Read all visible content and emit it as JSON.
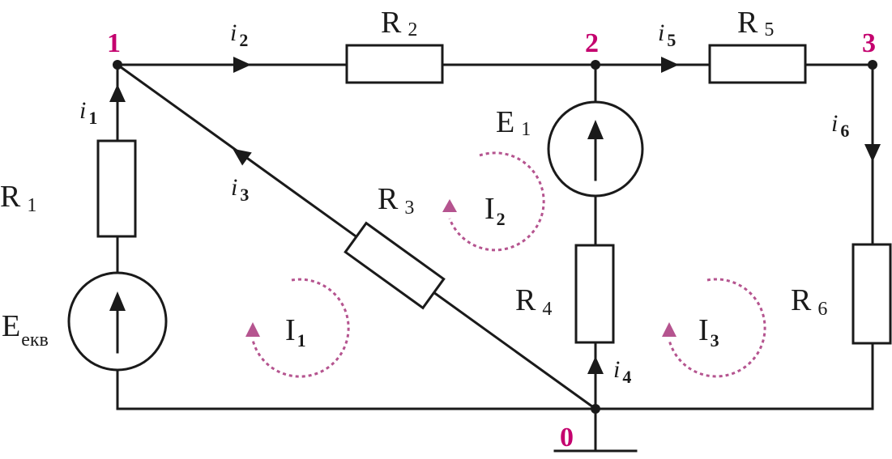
{
  "colors": {
    "wire": "#1a1a1a",
    "node_label": "#c4006e",
    "loop": "#b5548f"
  },
  "nodes": [
    {
      "id": "1",
      "label": "1"
    },
    {
      "id": "2",
      "label": "2"
    },
    {
      "id": "3",
      "label": "3"
    },
    {
      "id": "0",
      "label": "0"
    }
  ],
  "resistors": [
    {
      "id": "R1",
      "main": "R",
      "sub": "1"
    },
    {
      "id": "R2",
      "main": "R",
      "sub": "2"
    },
    {
      "id": "R3",
      "main": "R",
      "sub": "3"
    },
    {
      "id": "R4",
      "main": "R",
      "sub": "4"
    },
    {
      "id": "R5",
      "main": "R",
      "sub": "5"
    },
    {
      "id": "R6",
      "main": "R",
      "sub": "6"
    }
  ],
  "sources": [
    {
      "id": "E1",
      "main": "E",
      "sub": "1"
    },
    {
      "id": "Eekv",
      "main": "E",
      "sub": "екв"
    }
  ],
  "currents": [
    {
      "id": "i1",
      "main": "i",
      "sub": "1"
    },
    {
      "id": "i2",
      "main": "i",
      "sub": "2"
    },
    {
      "id": "i3",
      "main": "i",
      "sub": "3"
    },
    {
      "id": "i4",
      "main": "i",
      "sub": "4"
    },
    {
      "id": "i5",
      "main": "i",
      "sub": "5"
    },
    {
      "id": "i6",
      "main": "i",
      "sub": "6"
    }
  ],
  "loops": [
    {
      "id": "I1",
      "main": "I",
      "sub": "1"
    },
    {
      "id": "I2",
      "main": "I",
      "sub": "2"
    },
    {
      "id": "I3",
      "main": "I",
      "sub": "3"
    }
  ]
}
